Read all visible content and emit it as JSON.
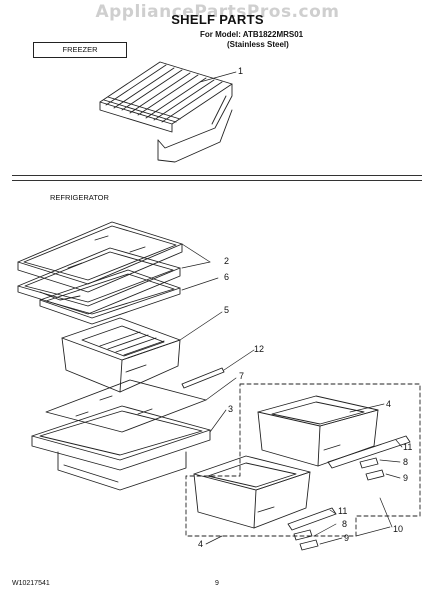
{
  "watermark": "AppliancePartsPros.com",
  "header": {
    "title": "SHELF PARTS",
    "model_line": "For Model: ATB1822MRS01",
    "variant": "(Stainless Steel)"
  },
  "sections": {
    "freezer": "FREEZER",
    "refrigerator": "REFRIGERATOR"
  },
  "callouts": [
    "1",
    "2",
    "6",
    "5",
    "12",
    "7",
    "3",
    "4",
    "11",
    "8",
    "9",
    "10",
    "11",
    "8",
    "9",
    "4"
  ],
  "footer": {
    "doc_number": "W10217541",
    "page_number": "9"
  }
}
